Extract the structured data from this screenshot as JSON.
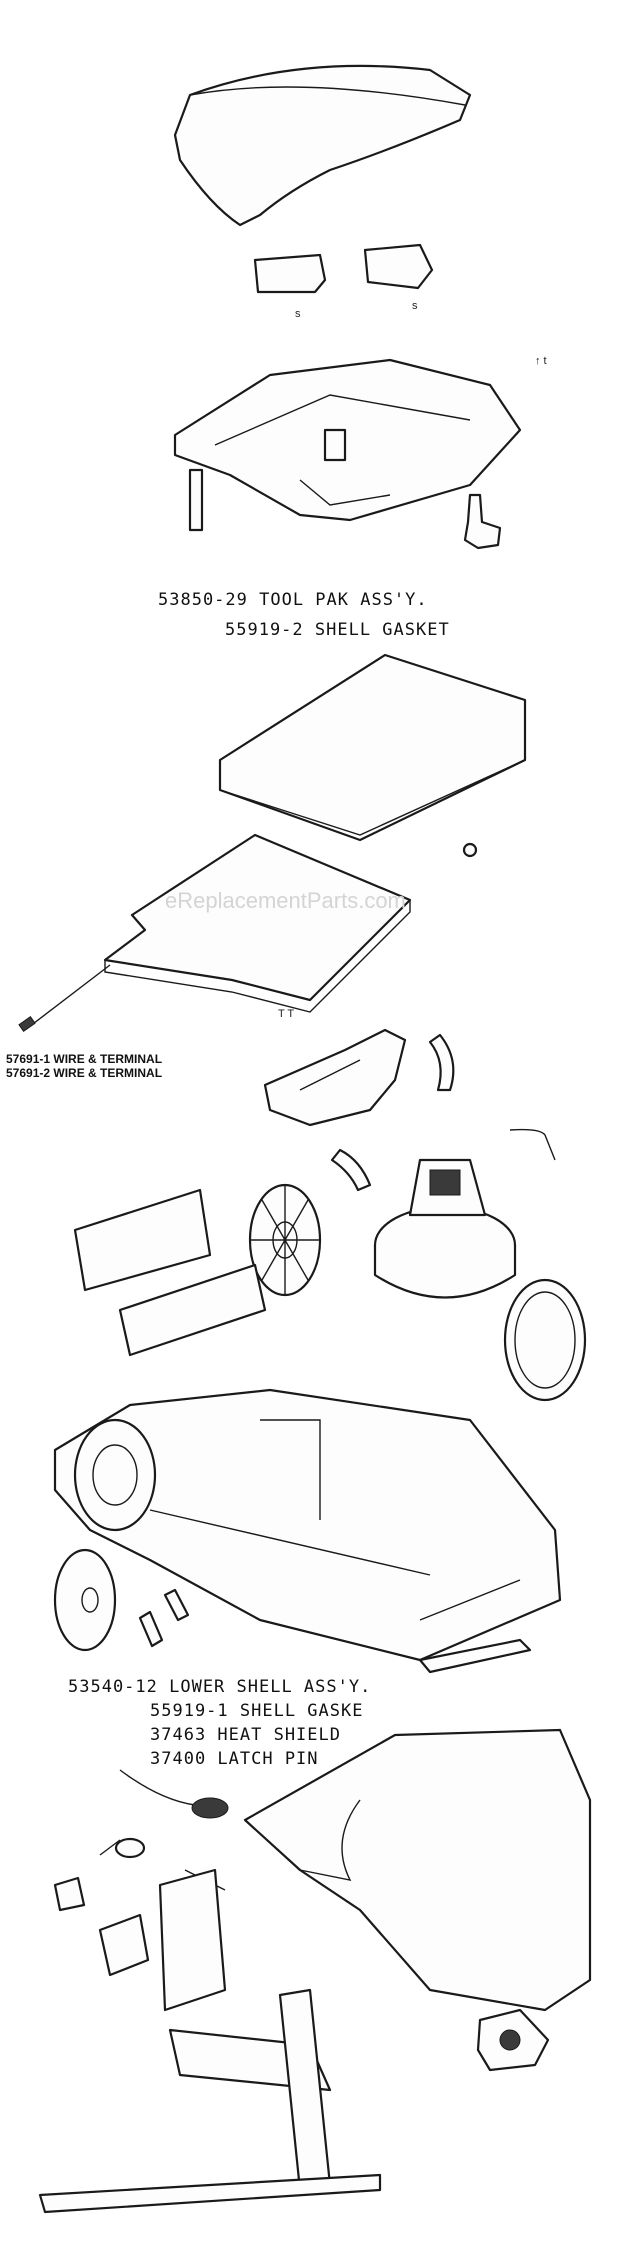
{
  "watermark": "eReplacementParts.com",
  "labels": {
    "tool_pak": "53850-29 TOOL PAK ASS'Y.",
    "shell_gasket_2": "55919-2 SHELL GASKET",
    "wire_1": "57691-1 WIRE & TERMINAL",
    "wire_2": "57691-2 WIRE & TERMINAL",
    "lower_shell": "53540-12 LOWER SHELL ASS'Y.",
    "shell_gasket_1": "55919-1 SHELL GASKE",
    "heat_shield": "37463 HEAT SHIELD",
    "latch_pin": "37400 LATCH PIN"
  },
  "colors": {
    "ink": "#1a1a1a",
    "paper": "#ffffff",
    "watermark": "#d4d4d4"
  }
}
